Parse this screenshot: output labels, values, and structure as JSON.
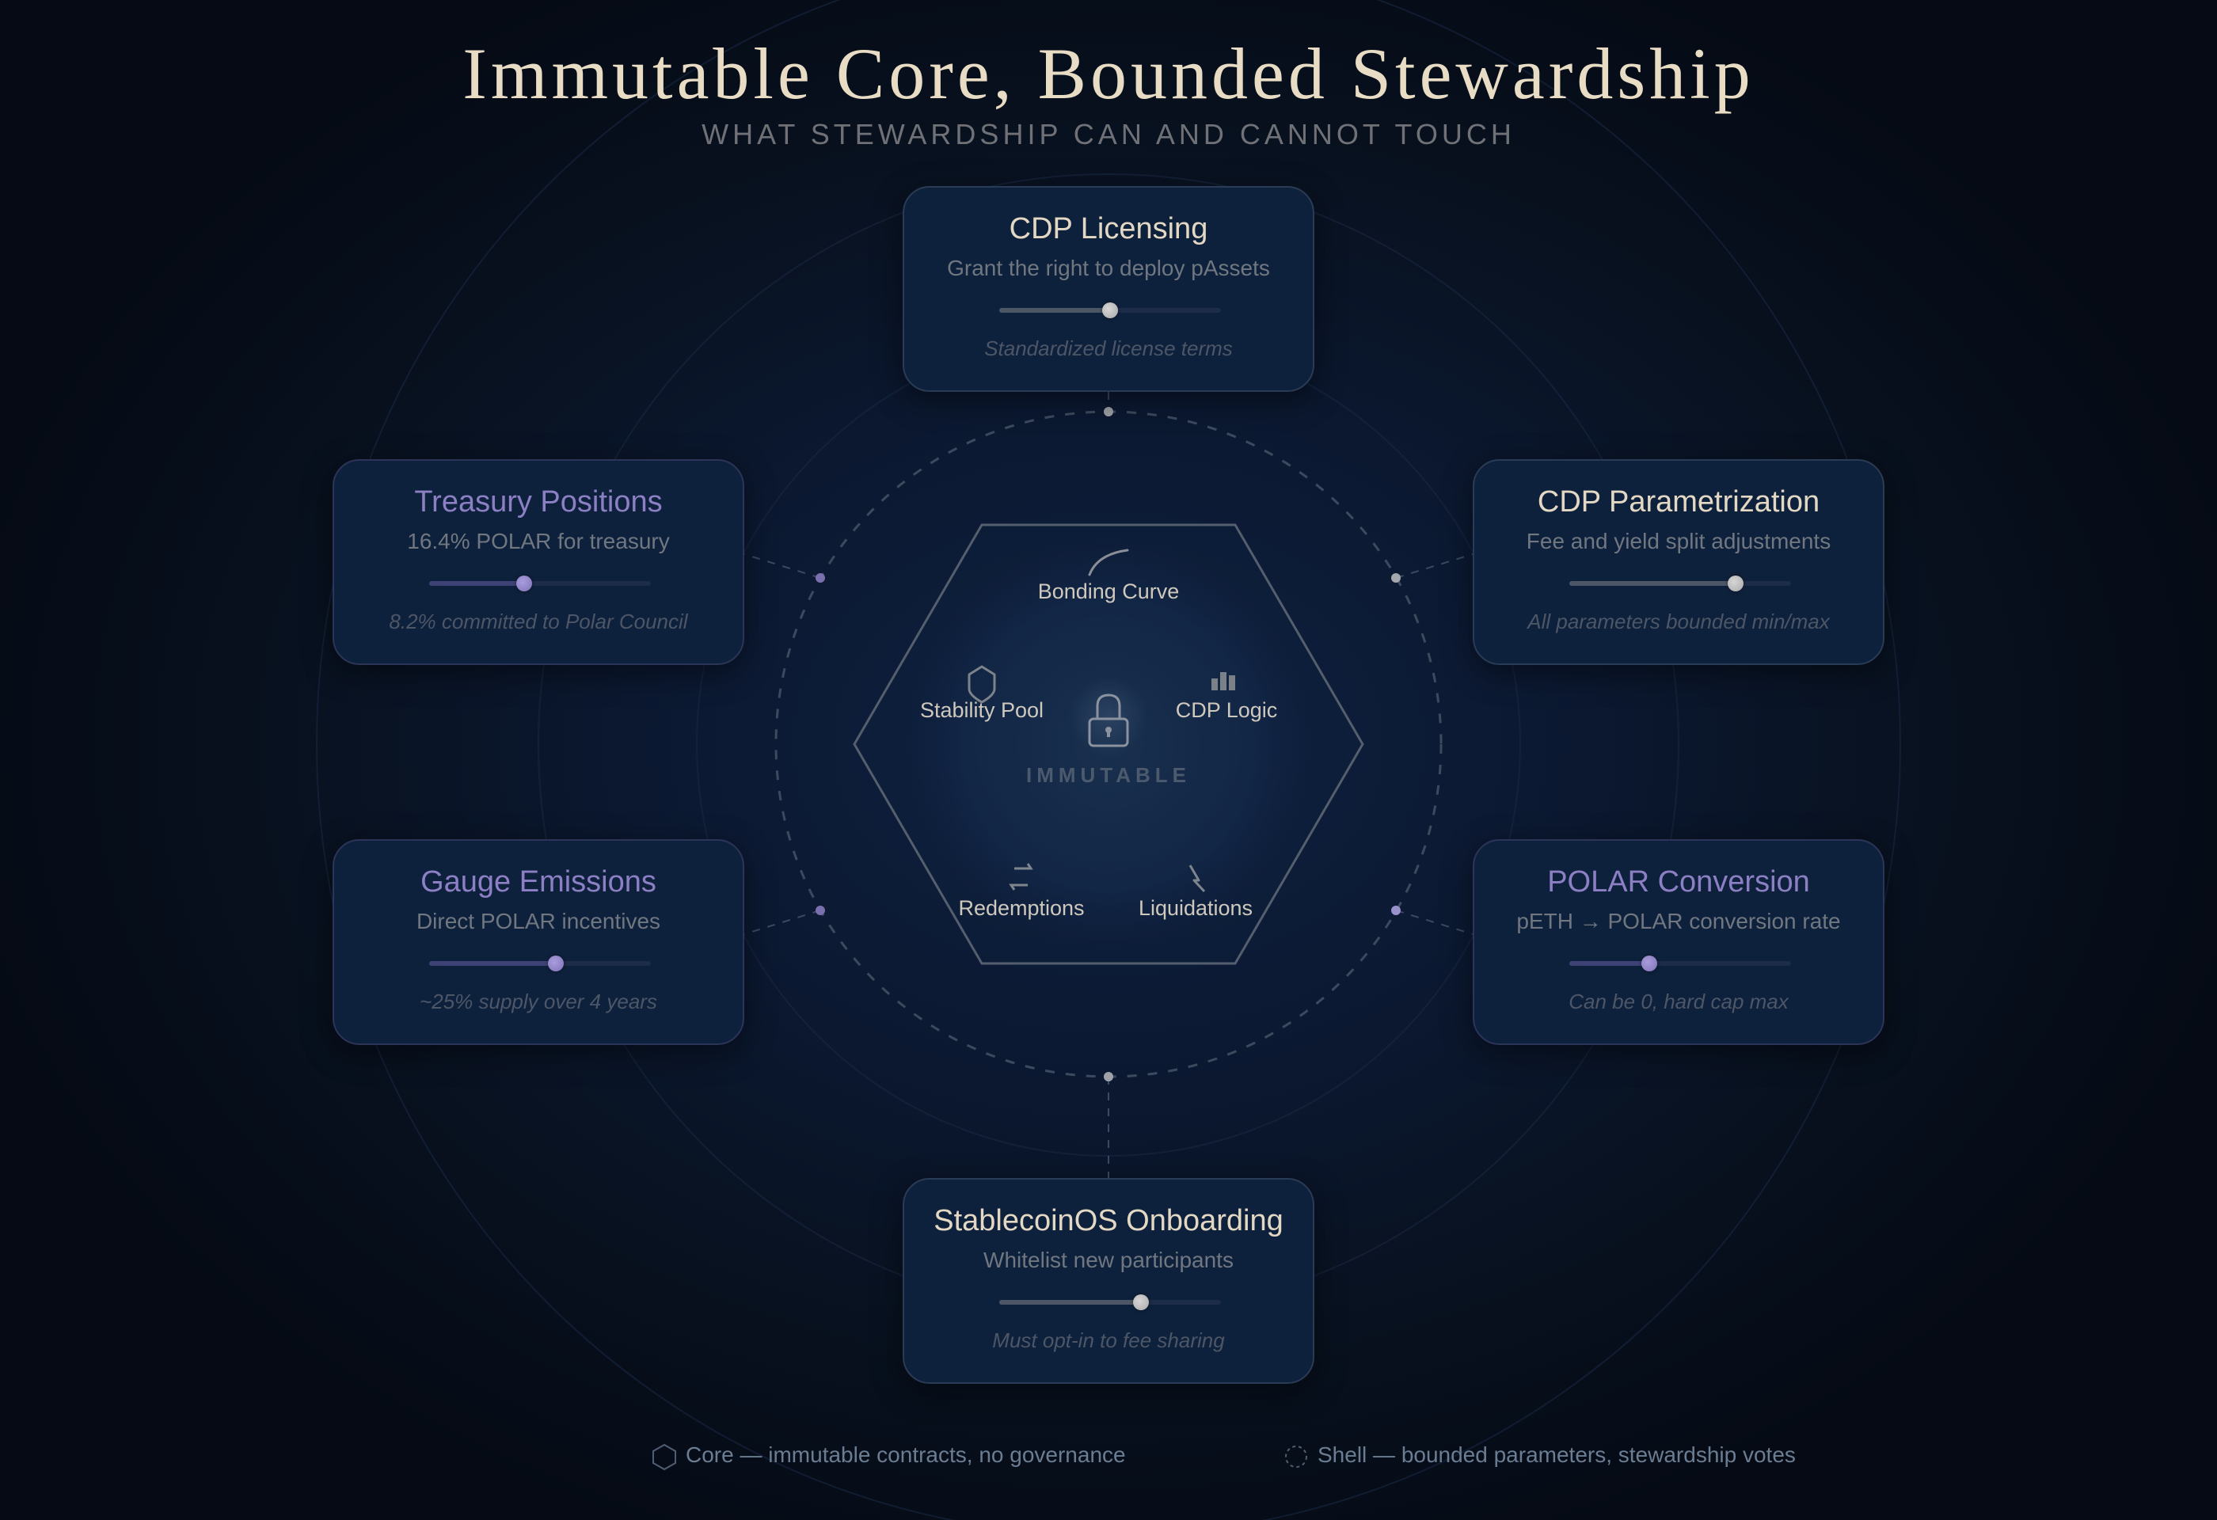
{
  "header": {
    "title": "Immutable Core, Bounded Stewardship",
    "subtitle": "WHAT STEWARDSHIP CAN AND CANNOT TOUCH"
  },
  "colors": {
    "background": "#08111f",
    "title": "#e8dcc4",
    "card_bg": "#0e213c",
    "accent_purple": "#8c7fc4",
    "neutral_title": "#e3d8c4",
    "muted_text": "#707780",
    "note_text": "#4d5666",
    "legend_text": "#6b7d93"
  },
  "core": {
    "label": "IMMUTABLE",
    "icon": "lock-icon",
    "components": [
      {
        "label": "Bonding Curve",
        "icon": "curve-icon"
      },
      {
        "label": "Stability Pool",
        "icon": "shield-icon"
      },
      {
        "label": "CDP Logic",
        "icon": "bar-chart-icon"
      },
      {
        "label": "Redemptions",
        "icon": "swap-arrows-icon"
      },
      {
        "label": "Liquidations",
        "icon": "lightning-icon"
      }
    ]
  },
  "shell": {
    "cards": [
      {
        "id": "cdp-licensing",
        "title": "CDP Licensing",
        "subtitle": "Grant the right to deploy pAssets",
        "note": "Standardized license terms",
        "slider_pct": 50,
        "accent": "neutral"
      },
      {
        "id": "treasury-positions",
        "title": "Treasury Positions",
        "subtitle": "16.4% POLAR for treasury",
        "note": "8.2% committed to Polar Council",
        "slider_pct": 43,
        "accent": "purple"
      },
      {
        "id": "cdp-parametrization",
        "title": "CDP Parametrization",
        "subtitle": "Fee and yield split adjustments",
        "note": "All parameters bounded min/max",
        "slider_pct": 75,
        "accent": "neutral"
      },
      {
        "id": "gauge-emissions",
        "title": "Gauge Emissions",
        "subtitle": "Direct POLAR incentives",
        "note": "~25% supply over 4 years",
        "slider_pct": 57,
        "accent": "purple"
      },
      {
        "id": "polar-conversion",
        "title": "POLAR Conversion",
        "subtitle": "pETH → POLAR conversion rate",
        "note": "Can be 0, hard cap max",
        "slider_pct": 36,
        "accent": "purple"
      },
      {
        "id": "stablecoinos-onboarding",
        "title": "StablecoinOS Onboarding",
        "subtitle": "Whitelist new participants",
        "note": "Must opt-in to fee sharing",
        "slider_pct": 64,
        "accent": "neutral"
      }
    ]
  },
  "legend": {
    "core": {
      "icon": "hexagon-icon",
      "label": "Core — immutable contracts, no governance"
    },
    "shell": {
      "icon": "dashed-circle-icon",
      "label": "Shell — bounded parameters, stewardship votes"
    }
  }
}
